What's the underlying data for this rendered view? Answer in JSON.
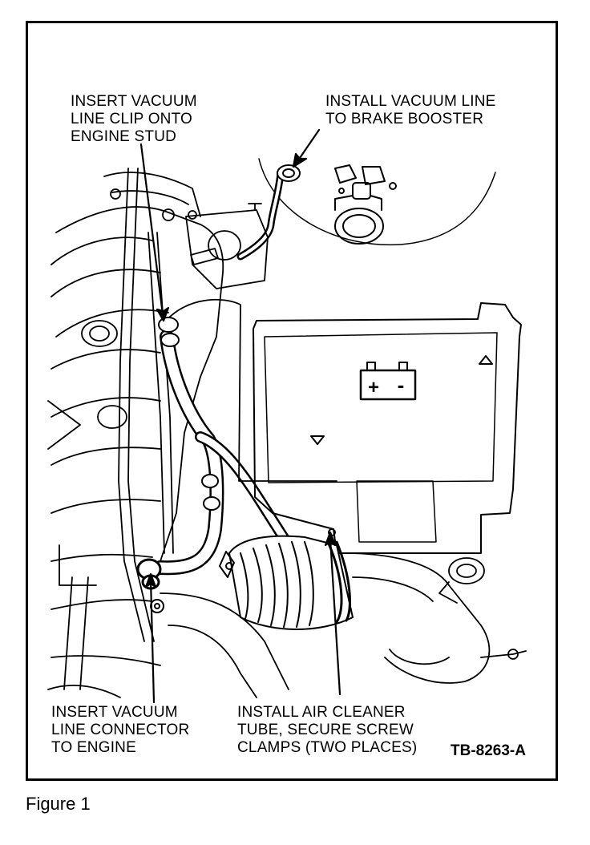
{
  "figure": {
    "caption": "Figure 1",
    "reference_code": "TB-8263-A"
  },
  "callouts": {
    "clip": {
      "lines": [
        "INSERT VACUUM",
        "LINE CLIP ONTO",
        "ENGINE STUD"
      ]
    },
    "brake": {
      "lines": [
        "INSTALL VACUUM LINE",
        "TO BRAKE BOOSTER"
      ]
    },
    "connector": {
      "lines": [
        "INSERT VACUUM",
        "LINE CONNECTOR",
        "TO ENGINE"
      ]
    },
    "air": {
      "lines": [
        "INSTALL AIR CLEANER",
        "TUBE, SECURE SCREW",
        "CLAMPS (TWO PLACES)"
      ]
    }
  },
  "battery_symbols": {
    "plus": "+",
    "minus": "-"
  },
  "colors": {
    "ink": "#000000",
    "paper": "#ffffff"
  }
}
